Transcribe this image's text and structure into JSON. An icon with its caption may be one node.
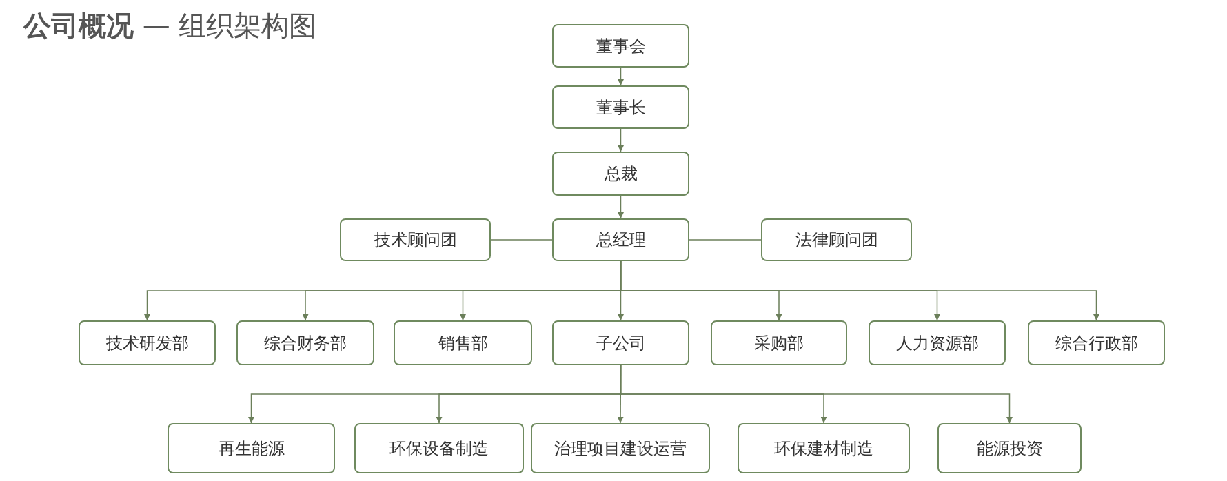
{
  "diagram": {
    "title": "**公司概况** — 组织架构图",
    "nodes": [
      {
        "text": [
          "董事会"
        ]
      },
      {
        "text": [
          "董事长"
        ]
      },
      {
        "text": [
          "总裁"
        ]
      },
      {
        "text": [
          "技术顾问团"
        ]
      },
      {
        "text": [
          "总经理"
        ]
      },
      {
        "text": [
          "法律顾问团"
        ]
      },
      {
        "text": [
          "技术研发部"
        ]
      },
      {
        "text": [
          "综合财务部"
        ]
      },
      {
        "text": [
          "销售部"
        ]
      },
      {
        "text": [
          "子公司"
        ]
      },
      {
        "text": [
          "采购部"
        ]
      },
      {
        "text": [
          "人力资源部"
        ]
      },
      {
        "text": [
          "综合行政部"
        ]
      },
      {
        "text": [
          "再生能源"
        ]
      },
      {
        "text": [
          "环保设备制造"
        ]
      },
      {
        "text": [
          "治理项目建设运营"
        ]
      },
      {
        "text": [
          "环保建材制造"
        ]
      },
      {
        "text": [
          "能源投资"
        ]
      }
    ],
    "edges": [
      {
        "from": 0,
        "to": 1,
        "arrow": "to"
      },
      {
        "from": 1,
        "to": 2,
        "arrow": "to"
      },
      {
        "from": 2,
        "to": 4,
        "arrow": "to"
      },
      {
        "from": 4,
        "to": 3,
        "arrow": "none"
      },
      {
        "from": 4,
        "to": 5,
        "arrow": "none"
      },
      {
        "from": 4,
        "to": 6,
        "arrow": "to"
      },
      {
        "from": 4,
        "to": 7,
        "arrow": "to"
      },
      {
        "from": 4,
        "to": 8,
        "arrow": "to"
      },
      {
        "from": 4,
        "to": 9,
        "arrow": "to"
      },
      {
        "from": 4,
        "to": 10,
        "arrow": "to"
      },
      {
        "from": 4,
        "to": 11,
        "arrow": "to"
      },
      {
        "from": 4,
        "to": 12,
        "arrow": "to"
      },
      {
        "from": 9,
        "to": 13,
        "arrow": "to"
      },
      {
        "from": 9,
        "to": 14,
        "arrow": "to"
      },
      {
        "from": 9,
        "to": 15,
        "arrow": "to"
      },
      {
        "from": 9,
        "to": 16,
        "arrow": "to"
      },
      {
        "from": 9,
        "to": 17,
        "arrow": "to"
      }
    ]
  }
}
